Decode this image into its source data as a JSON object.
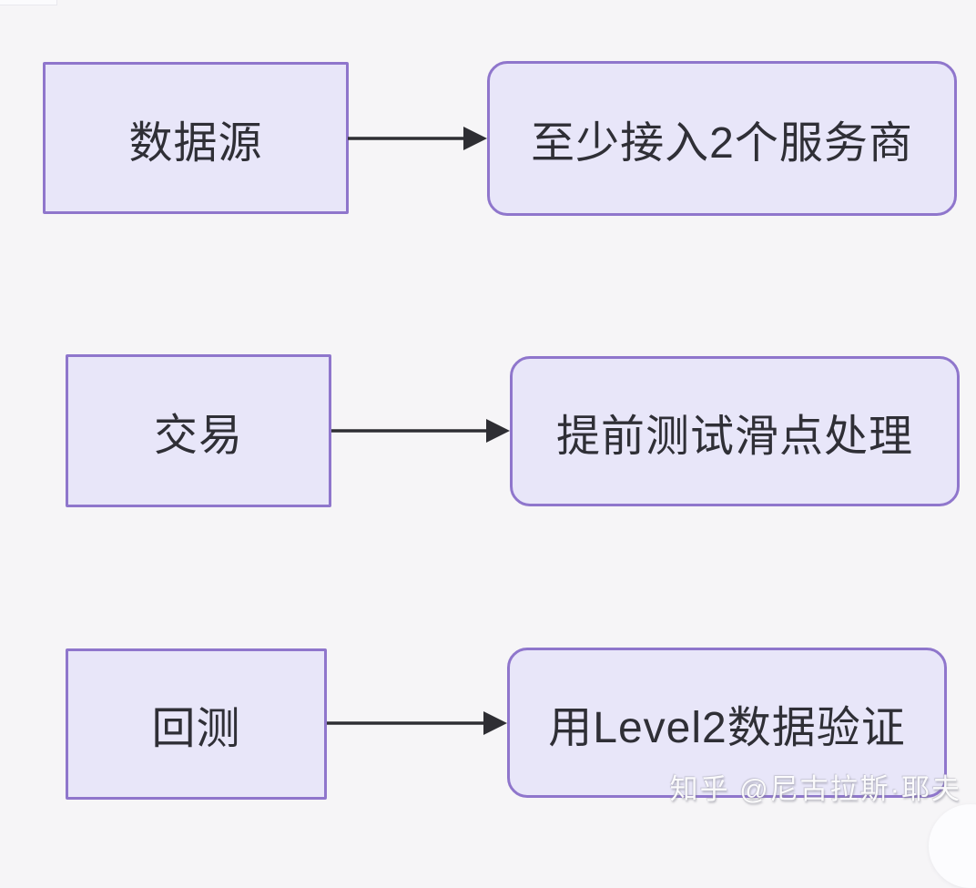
{
  "page": {
    "background_color": "#F6F5F7",
    "watermark": "知乎 @尼古拉斯·耶夫"
  },
  "diagram": {
    "node_fill_color": "#E8E6F9",
    "node_border_color": "#8F76CC",
    "arrow_color": "#2E2E33",
    "text_color": "#2F2F36",
    "rows": [
      {
        "source": "数据源",
        "target": "至少接入2个服务商"
      },
      {
        "source": "交易",
        "target": "提前测试滑点处理"
      },
      {
        "source": "回测",
        "target": "用Level2数据验证"
      }
    ]
  }
}
